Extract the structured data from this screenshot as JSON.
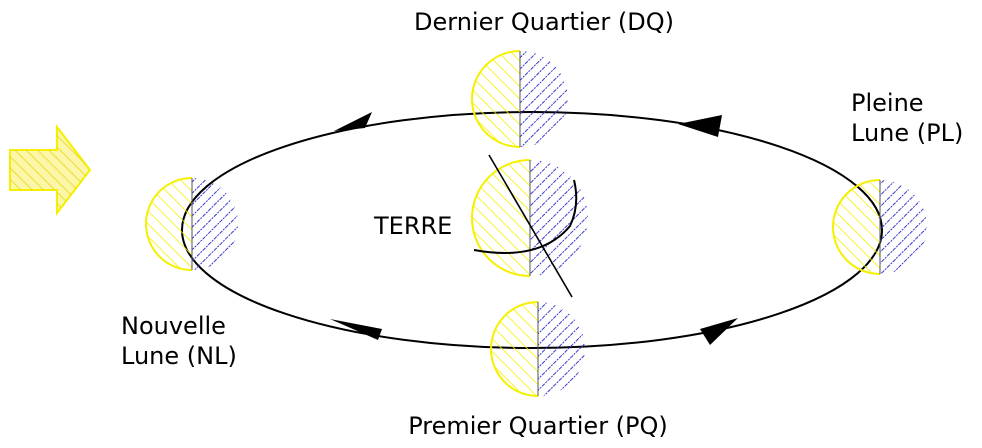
{
  "labels": {
    "dq": "Dernier Quartier (DQ)",
    "pl_line1": "Pleine",
    "pl_line2": "Lune (PL)",
    "terre": "TERRE",
    "nl_line1": "Nouvelle",
    "nl_line2": "Lune (NL)",
    "pq": "Premier Quartier (PQ)"
  },
  "colors": {
    "sunlit": "#f5f000",
    "shadow": "#3a3acc",
    "orbit": "#000000",
    "arrow_fill": "#f8f060",
    "arrow_stroke": "#f5f000"
  },
  "icons": {
    "sun_direction": "arrow-right-icon"
  }
}
